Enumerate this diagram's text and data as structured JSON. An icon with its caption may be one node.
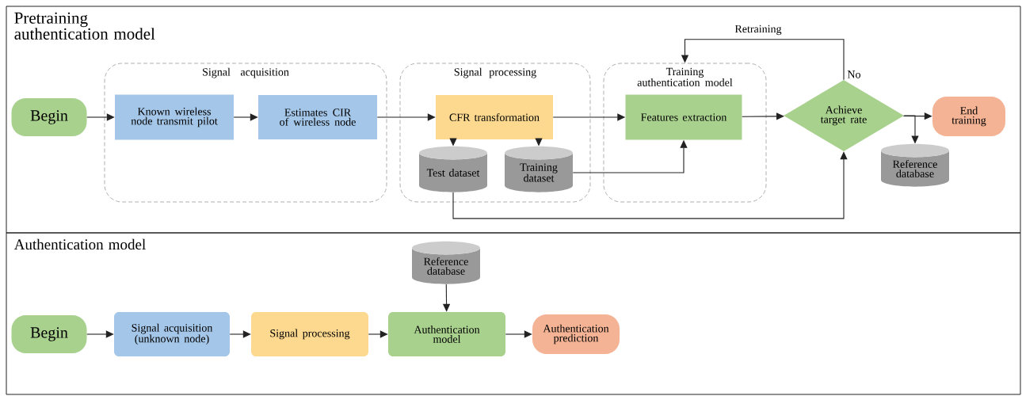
{
  "diagram": {
    "nodes": [
      {
        "text": [
          "Pretraining authentication model"
        ]
      },
      {
        "text": [
          "Begin"
        ],
        "in": 0
      },
      {
        "text": [
          "Signal acquisition"
        ],
        "in": 0
      },
      {
        "text": [
          "Known wireless node transmit pilot"
        ],
        "in": 2
      },
      {
        "text": [
          "Estimates CIR of wireless node"
        ],
        "in": 2
      },
      {
        "text": [
          "Signal processing"
        ],
        "in": 0
      },
      {
        "text": [
          "CFR transformation"
        ],
        "in": 5
      },
      {
        "text": [
          "Test dataset"
        ],
        "in": 5
      },
      {
        "text": [
          "Training dataset"
        ],
        "in": 5
      },
      {
        "text": [
          "Training authentication model"
        ],
        "in": 0
      },
      {
        "text": [
          "Features extraction"
        ],
        "in": 9
      },
      {
        "text": [
          "Achieve target rate"
        ],
        "in": 0
      },
      {
        "text": [
          "End training"
        ],
        "in": 0
      },
      {
        "text": [
          "Reference database"
        ],
        "in": 0
      },
      {
        "text": [
          "Authentication model"
        ]
      },
      {
        "text": [
          "Begin"
        ],
        "in": 14
      },
      {
        "text": [
          "Signal acquisition (unknown node)"
        ],
        "in": 14
      },
      {
        "text": [
          "Signal processing"
        ],
        "in": 14
      },
      {
        "text": [
          "Reference database"
        ],
        "in": 14
      },
      {
        "text": [
          "Authentication model"
        ],
        "in": 14
      },
      {
        "text": [
          "Authentication prediction"
        ],
        "in": 14
      }
    ],
    "edges": [
      {
        "from": 1,
        "to": 3,
        "arrow": "to"
      },
      {
        "from": 3,
        "to": 4,
        "arrow": "to"
      },
      {
        "from": 4,
        "to": 6,
        "arrow": "to"
      },
      {
        "from": 6,
        "to": 7,
        "arrow": "to"
      },
      {
        "from": 6,
        "to": 8,
        "arrow": "to"
      },
      {
        "from": 6,
        "to": 10,
        "arrow": "to"
      },
      {
        "from": 8,
        "to": 10,
        "arrow": "to"
      },
      {
        "from": 10,
        "to": 11,
        "arrow": "to"
      },
      {
        "from": 11,
        "to": 12,
        "arrow": "to"
      },
      {
        "from": 11,
        "to": 13,
        "arrow": "to"
      },
      {
        "from": 7,
        "to": 11,
        "arrow": "to"
      },
      {
        "from": 11,
        "to": 9,
        "arrow": "to",
        "label": "Retraining"
      },
      {
        "from": 15,
        "to": 16,
        "arrow": "to"
      },
      {
        "from": 16,
        "to": 17,
        "arrow": "to"
      },
      {
        "from": 17,
        "to": 19,
        "arrow": "to"
      },
      {
        "from": 18,
        "to": 19,
        "arrow": "to"
      },
      {
        "from": 19,
        "to": 20,
        "arrow": "to"
      }
    ],
    "labels": [
      "No"
    ]
  }
}
